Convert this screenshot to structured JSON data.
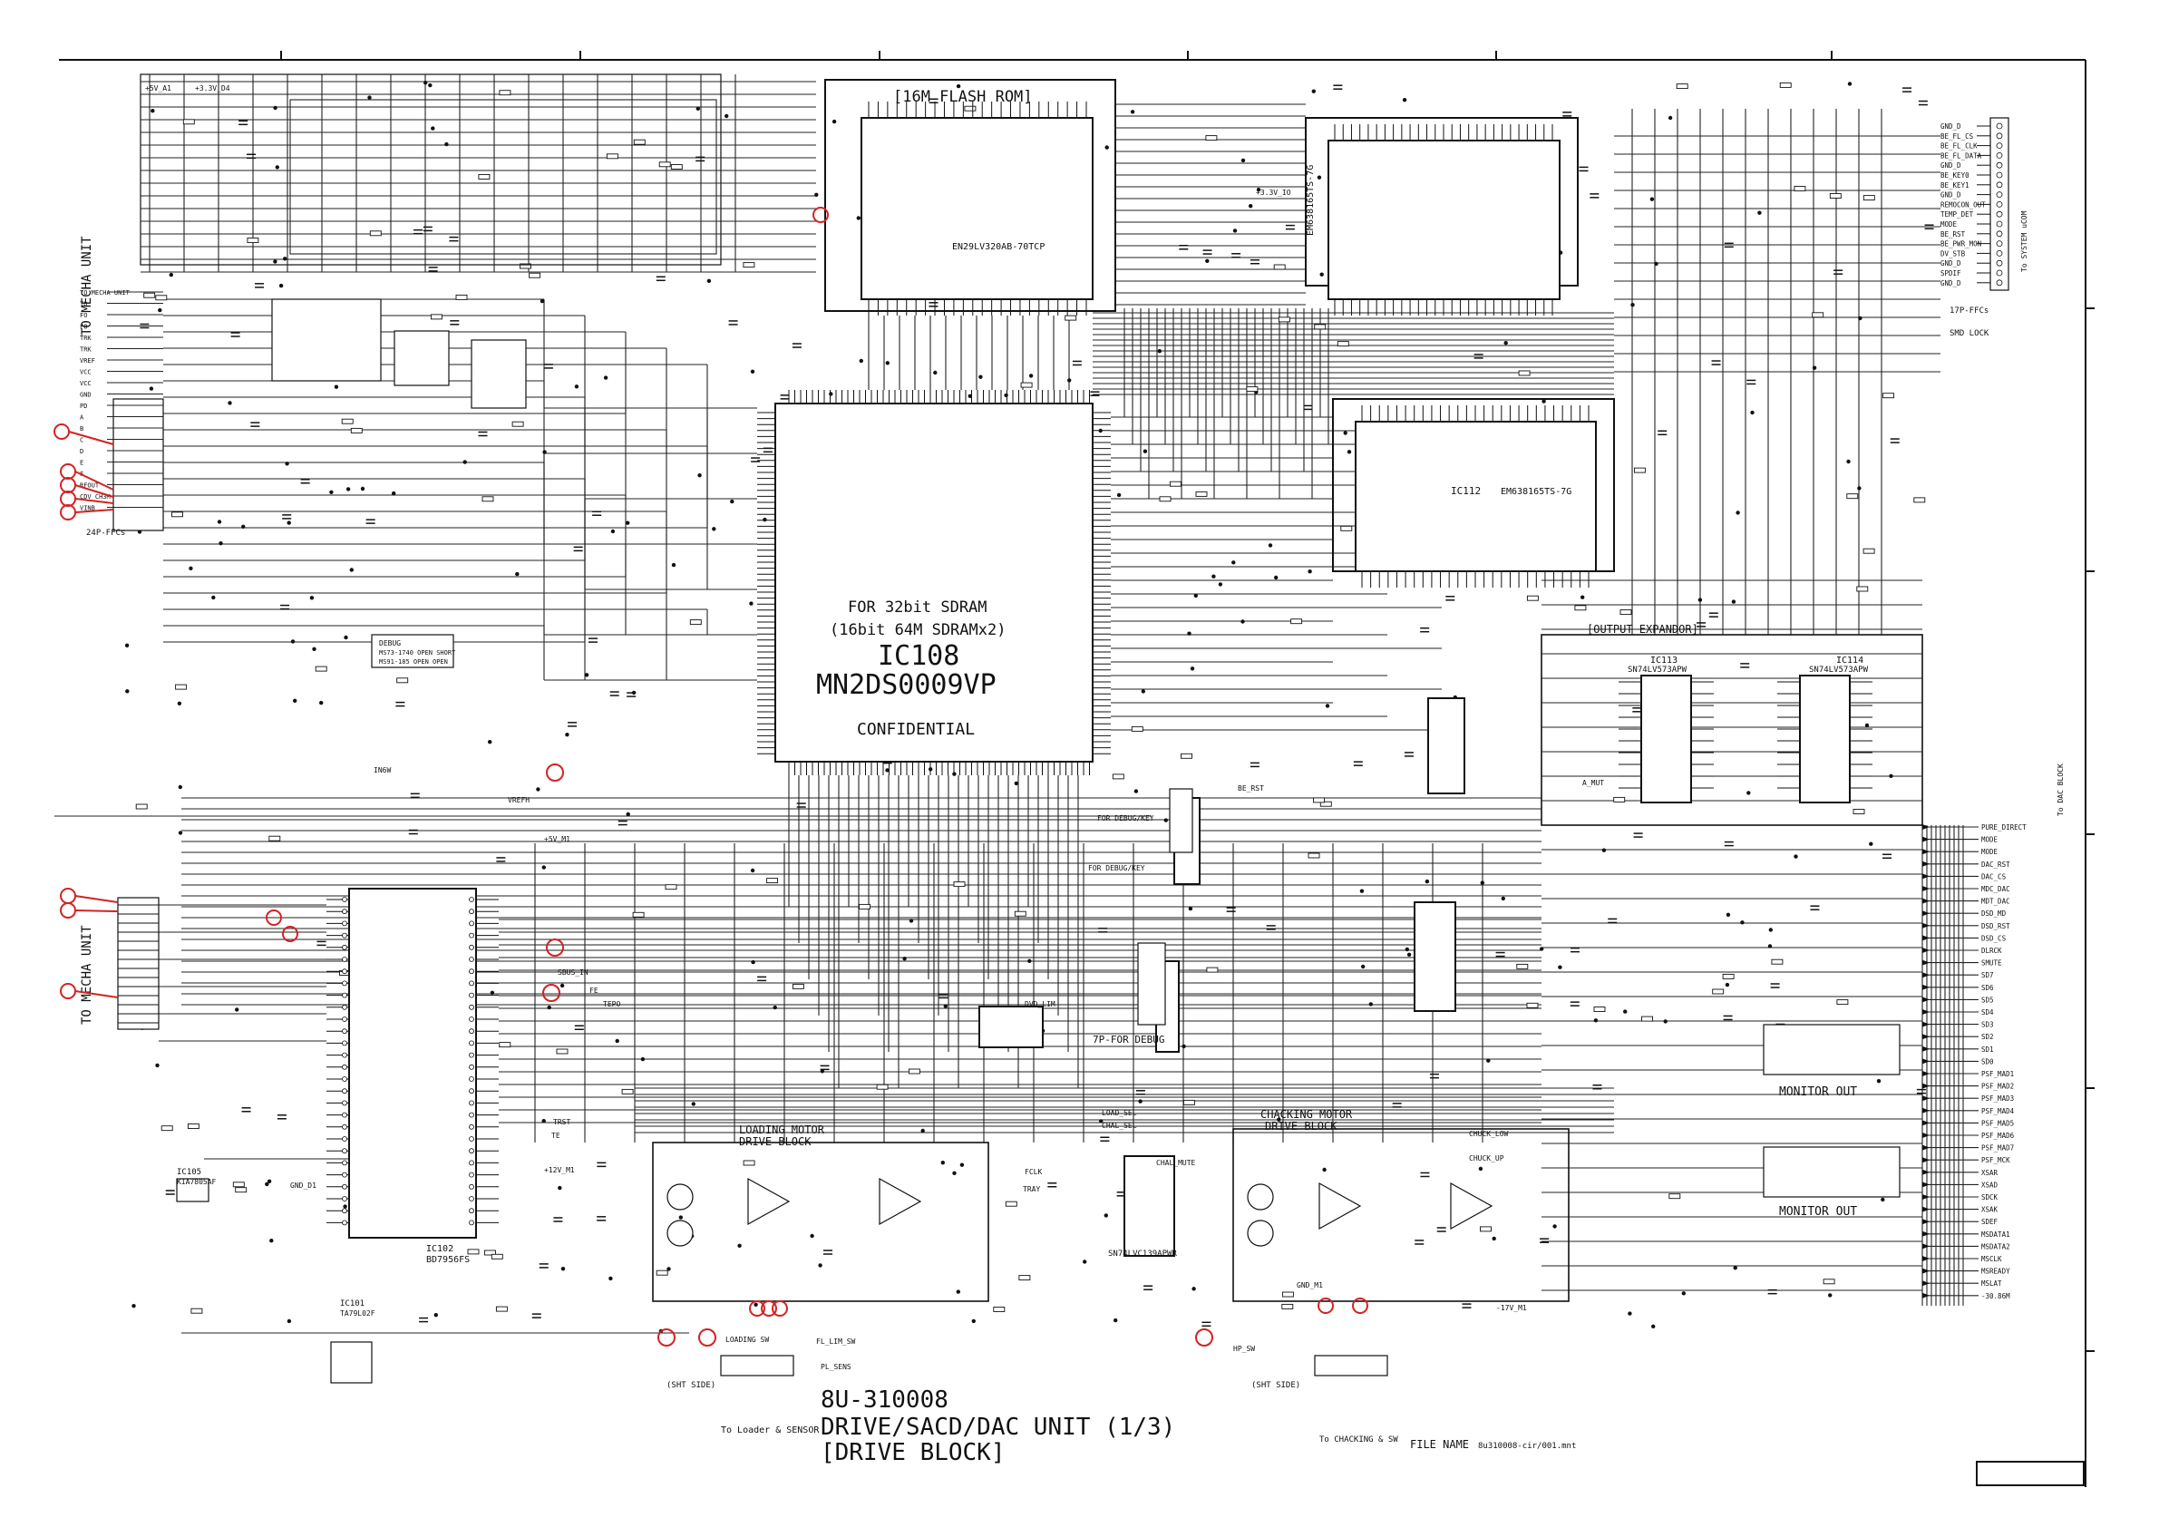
{
  "sheet": {
    "title_lines": [
      "8U-310008",
      "DRIVE/SACD/DAC UNIT  (1/3)",
      "[DRIVE BLOCK]"
    ],
    "file_name_label": "FILE NAME",
    "file_name": "8u310008-cir/001.mnt"
  },
  "main_ic": {
    "note_lines": [
      "FOR 32bit SDRAM",
      "(16bit 64M SDRAMx2)"
    ],
    "ref": "IC108",
    "part": "MN2DS0009VP",
    "confidential": "CONFIDENTIAL"
  },
  "blocks": {
    "flash_rom": "[16M FLASH ROM]",
    "flash_part": "EN29LV320AB-70TCP",
    "sdram1_part": "EM638165TS-7G",
    "sdram2_ref": "IC112",
    "sdram2_part": "EM638165TS-7G",
    "output_expander": "[OUTPUT EXPANDOR]",
    "expander_ic1": "IC113",
    "expander_ic1_part": "SN74LV573APW",
    "expander_ic2": "IC114",
    "expander_ic2_part": "SN74LV573APW",
    "driver_ref": "IC102",
    "driver_part": "BD7956FS",
    "loading_motor": "LOADING MOTOR\nDRIVE BLOCK",
    "chucking_motor": "CHACKING MOTOR\nDRIVE BLOCK",
    "mux_part": "SN74LVC139APWR",
    "monitor_out_1": "MONITOR OUT",
    "monitor_out_2": "MONITOR OUT",
    "debug": "7P-FOR DEBUG",
    "debug_key": "FOR DEBUG/KEY"
  },
  "connectors": {
    "to_mecha_unit_1": "TO MECHA UNIT",
    "to_mecha_unit_2": "TO MECHA UNIT",
    "to_loader": "To Loader & SENSOR",
    "to_chacking": "To CHACKING & SW",
    "sht_side_1": "(SHT SIDE)",
    "sht_side_2": "(SHT SIDE)",
    "cn_24p": "24P-FFCs",
    "cn_17p": "17P-FFCs",
    "smd_lock": "SMD LOCK",
    "to_dac_block": "To DAC BLOCK",
    "to_system_ucom": "To SYSTEM uCOM"
  },
  "right_signals": [
    "GND_D",
    "BE_FL_CS",
    "BE_FL_CLK",
    "BE_FL_DATA",
    "GND_D",
    "BE_KEY0",
    "BE_KEY1",
    "GND_D",
    "REMOCON_OUT",
    "TEMP_DET",
    "MODE",
    "BE_RST",
    "BE_PWR_MON",
    "DV_STB",
    "GND_D",
    "SPDIF",
    "GND_D"
  ],
  "dac_signals": [
    "PURE_DIRECT",
    "MODE",
    "MODE",
    "DAC_RST",
    "DAC_CS",
    "MDC_DAC",
    "MDT_DAC",
    "DSD_MD",
    "DSD_RST",
    "DSD_CS",
    "DLRCK",
    "SMUTE",
    "SD7",
    "SD6",
    "SD5",
    "SD4",
    "SD3",
    "SD2",
    "SD1",
    "SD0",
    "PSF_MAD1",
    "PSF_MAD2",
    "PSF_MAD3",
    "PSF_MAD4",
    "PSF_MAD5",
    "PSF_MAD6",
    "PSF_MAD7",
    "PSF_MCK",
    "XSAR",
    "XSAD",
    "SDCK",
    "XSAK",
    "SDEF",
    "MSDATA1",
    "MSDATA2",
    "MSCLK",
    "MSREADY",
    "MSLAT",
    "-30.86M"
  ],
  "left_pins": [
    "TO MECHA UNIT",
    "TO",
    "FO",
    "FO",
    "TRK",
    "TRK",
    "VREF",
    "VCC",
    "VCC",
    "GND",
    "PD",
    "A",
    "B",
    "C",
    "D",
    "E",
    "F",
    "RFOUT",
    "CDV_CH3M",
    "VINB"
  ],
  "mid_labels": [
    "IN6W",
    "BE_RST",
    "A_MUT",
    "FOR DEBUG/KEY",
    "SBUS_IN",
    "FCLK",
    "TRAY",
    "LOAD_SEL",
    "CHAL_SEL",
    "CHAL_MUTE",
    "+3.3V_D4",
    "+3.3V_IO",
    "+5V_A1",
    "+5V_M1",
    "+12V_M1",
    "GND_D1",
    "GND_M1",
    "-17V_M1",
    "VREFH",
    "TRST",
    "TE",
    "FE",
    "TEPO",
    "LOADING SW",
    "FL_LIM_SW",
    "PL_SENS",
    "HP_SW",
    "DVD_LIM",
    "CHUCK_LOW",
    "CHUCK_UP"
  ],
  "regulators": {
    "ic105": "IC105",
    "ic105_part": "KIA7805AF",
    "ic101": "IC101",
    "ic101_part": "TA79L02F"
  },
  "misc": {
    "debug_table_title": "DEBUG",
    "debug_table_rows": [
      "MS73-1740  OPEN  SHORT",
      "MS91-185  OPEN  OPEN"
    ]
  }
}
